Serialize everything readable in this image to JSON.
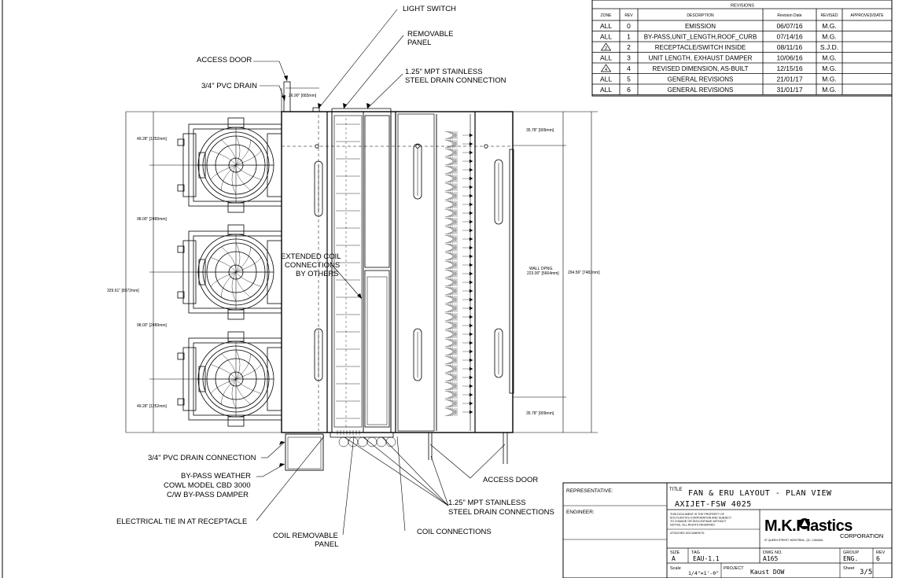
{
  "revisions": {
    "heading": "REVISIONS",
    "columns": [
      "ZONE",
      "REV",
      "DESCRIPTION",
      "Revision Date",
      "REVISED",
      "APPROVED/DATE"
    ],
    "rows": [
      {
        "zone": "ALL",
        "rev": "0",
        "description": "EMISSION",
        "date": "06/07/16",
        "revised": "M.G.",
        "approved": ""
      },
      {
        "zone": "ALL",
        "rev": "1",
        "description": "BY-PASS,UNIT_LENGTH,ROOF_CURB",
        "date": "07/14/16",
        "revised": "M.G.",
        "approved": ""
      },
      {
        "zone": "2",
        "rev": "2",
        "description": "RECEPTACLE/SWITCH INSIDE",
        "date": "08/11/16",
        "revised": "S.J.D.",
        "approved": ""
      },
      {
        "zone": "ALL",
        "rev": "3",
        "description": "UNIT LENGTH, EXHAUST DAMPER",
        "date": "10/06/16",
        "revised": "M.G.",
        "approved": ""
      },
      {
        "zone": "4",
        "rev": "4",
        "description": "REVISED DIMENSION, AS-BUILT",
        "date": "12/15/16",
        "revised": "M.G.",
        "approved": ""
      },
      {
        "zone": "ALL",
        "rev": "5",
        "description": "GENERAL REVISIONS",
        "date": "21/01/17",
        "revised": "M.G.",
        "approved": ""
      },
      {
        "zone": "ALL",
        "rev": "6",
        "description": "GENERAL REVISIONS",
        "date": "31/01/17",
        "revised": "M.G.",
        "approved": ""
      }
    ]
  },
  "callouts": {
    "light_switch": "LIGHT SWITCH",
    "removable_panel_1": "REMOVABLE",
    "removable_panel_2": "PANEL",
    "access_door_top": "ACCESS DOOR",
    "pvc_drain": "3/4\" PVC DRAIN",
    "mpt_drain_1": "1.25\" MPT STAINLESS",
    "mpt_drain_2": "STEEL DRAIN CONNECTION",
    "extended_coil_1": "EXTENDED COIL",
    "extended_coil_2": "CONNECTIONS",
    "extended_coil_3": "BY OTHERS",
    "pvc_drain_connection": "3/4\" PVC DRAIN CONNECTION",
    "bypass_1": "BY-PASS WEATHER",
    "bypass_2": "COWL MODEL CBD 3000",
    "bypass_3": "C/W BY-PASS DAMPER",
    "electrical_tie": "ELECTRICAL TIE IN AT RECEPTACLE",
    "coil_removable_1": "COIL REMOVABLE",
    "coil_removable_2": "PANEL",
    "coil_connections": "COIL CONNECTIONS",
    "mpt_drains_1": "1.25\" MPT STAINLESS",
    "mpt_drains_2": "STEEL DRAIN CONNECTIONS",
    "access_door_bottom": "ACCESS DOOR"
  },
  "dimensions": {
    "drain_offset": "26.90\" [683mm]",
    "fan_top": "49.28\" [1252mm]",
    "fan_spacing_1": "98.00\" [2489mm]",
    "overall_left": "329.61\" [8372mm]",
    "fan_spacing_2": "98.00\" [2489mm]",
    "fan_bottom": "49.28\" [1252mm]",
    "right_top": "35.78\" [909mm]",
    "wall_opening_1": "WALL OPNG.",
    "wall_opening_2": "223.00\" [5664mm]",
    "overall_right": "294.56\" [7482mm]",
    "right_bottom": "35.78\" [909mm]"
  },
  "title_block": {
    "representative_label": "REPRESENTATIVE:",
    "engineer_label": "ENGINEER:",
    "title_label": "TITLE",
    "title_line_1": "FAN & ERU LAYOUT - PLAN VIEW",
    "title_line_2": "AXIJET-FSW 4025",
    "notice_1": "THIS DOCUMENT IS THE PROPERTY OF",
    "notice_2": "M.K.PLASTICS CORPORATION AND SUBJECT",
    "notice_3": "TO CHANGE OR DISCONTINUE WITHOUT",
    "notice_4": "NOTICE. ALL RIGHTS RESERVED",
    "attached_label": "ATTACHED DOCUMENTS:",
    "company_name": "M.K.Plastics",
    "company_suffix": "CORPORATION",
    "company_address": "57 QUEEN STREET, MONTREAL, QC, CANADA",
    "size_label": "SIZE",
    "size_value": "A",
    "tag_label": "TAG",
    "tag_value": "EAU-1.1",
    "dwg_label": "DWG NO.",
    "dwg_value": "A165",
    "group_label": "GROUP",
    "group_value": "ENG.",
    "rev_label": "REV",
    "rev_value": "6",
    "scale_label": "Scale",
    "scale_value": "1/4\"=1'-0\"",
    "project_label": "PROJECT",
    "project_value": "Kaust DOW",
    "sheet_label": "Sheet",
    "sheet_value": "3/5"
  }
}
